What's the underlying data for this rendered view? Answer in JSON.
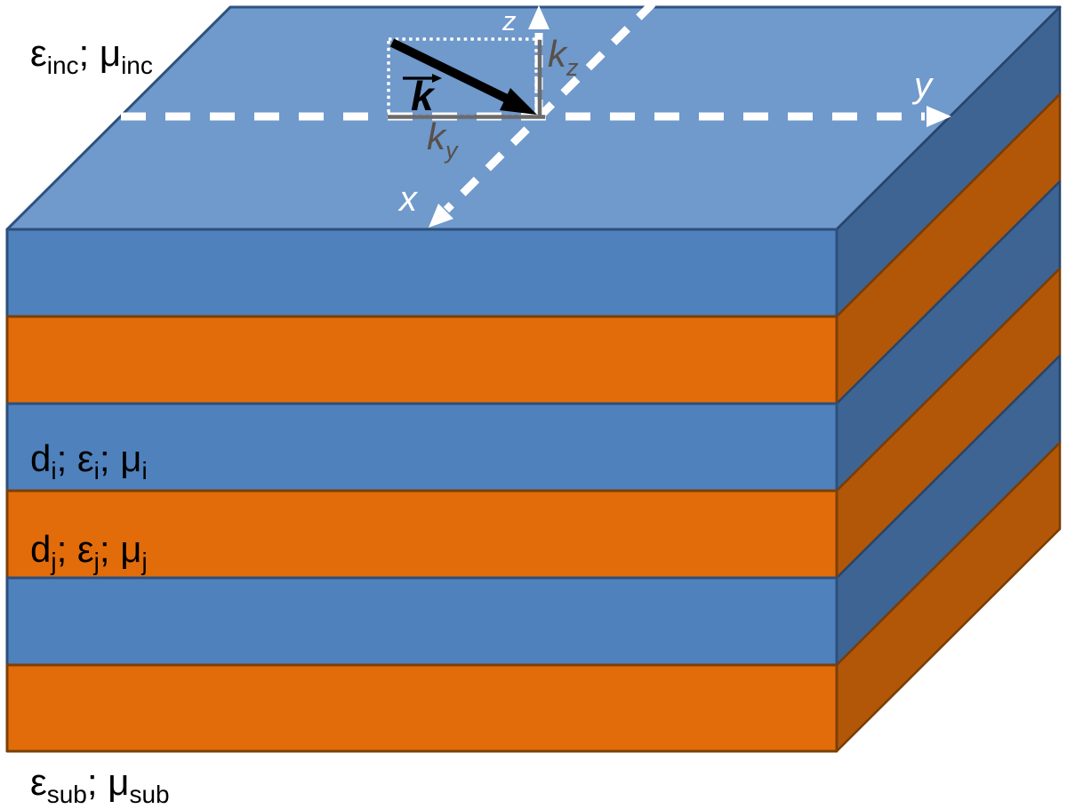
{
  "colors": {
    "background": "#FFFFFF",
    "front_blue": "#4F81BD",
    "front_orange": "#E36C0A",
    "top_blue": "#7099CC",
    "top_edge": "#2E5380",
    "side_blue": "#3E6494",
    "side_blue_edge": "#27456B",
    "side_orange": "#B25708",
    "side_orange_edge": "#7A3D05",
    "blue_edge": "#2C4F7C",
    "orange_edge": "#7C3F06",
    "axis_color": "#FFFFFF",
    "component_gray": "#6B6B6B",
    "k_label_gray": "#57504A",
    "vector_black": "#000000"
  },
  "layers": [
    {
      "material": "blue"
    },
    {
      "material": "orange"
    },
    {
      "material": "blue"
    },
    {
      "material": "orange"
    },
    {
      "material": "blue"
    },
    {
      "material": "orange"
    }
  ],
  "labels": {
    "incident_medium": {
      "p1": "ε",
      "s1": "inc",
      "p2": "; μ",
      "s2": "inc"
    },
    "layer_i": {
      "p1": "d",
      "s1": "i",
      "p2": "; ε",
      "s2": "i",
      "p3": "; μ",
      "s3": "i"
    },
    "layer_j": {
      "p1": "d",
      "s1": "j",
      "p2": "; ε",
      "s2": "j",
      "p3": "; μ",
      "s3": "j"
    },
    "substrate": {
      "p1": "ε",
      "s1": "sub",
      "p2": "; μ",
      "s2": "sub"
    }
  },
  "axes": {
    "x_label": "x",
    "y_label": "y",
    "z_label": "z"
  },
  "wave_vector": {
    "k_label": "k",
    "ky_main": "k",
    "ky_sub": "y",
    "kz_main": "k",
    "kz_sub": "z"
  }
}
